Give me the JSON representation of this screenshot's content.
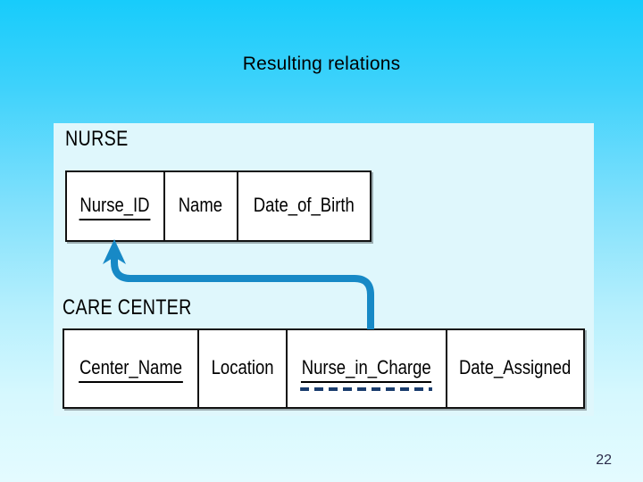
{
  "slide": {
    "title": "Resulting relations",
    "page_number": "22",
    "background_top_color": "#17CCFB",
    "background_bottom_color": "#E4FBFF",
    "panel_color": "#DFF7FC"
  },
  "diagram": {
    "type": "relational-schema",
    "connector": {
      "name": "foreign-key-reference",
      "color": "#1789C6",
      "from_attribute": "Nurse_in_Charge",
      "to_attribute": "Nurse_ID",
      "arrowhead": "up"
    },
    "relations": [
      {
        "name": "NURSE",
        "attributes": [
          {
            "label": "Nurse_ID",
            "key": "primary"
          },
          {
            "label": "Name",
            "key": "none"
          },
          {
            "label": "Date_of_Birth",
            "key": "none"
          }
        ]
      },
      {
        "name": "CARE CENTER",
        "attributes": [
          {
            "label": "Center_Name",
            "key": "primary"
          },
          {
            "label": "Location",
            "key": "none"
          },
          {
            "label": "Nurse_in_Charge",
            "key": "foreign"
          },
          {
            "label": "Date_Assigned",
            "key": "none"
          }
        ]
      }
    ]
  }
}
